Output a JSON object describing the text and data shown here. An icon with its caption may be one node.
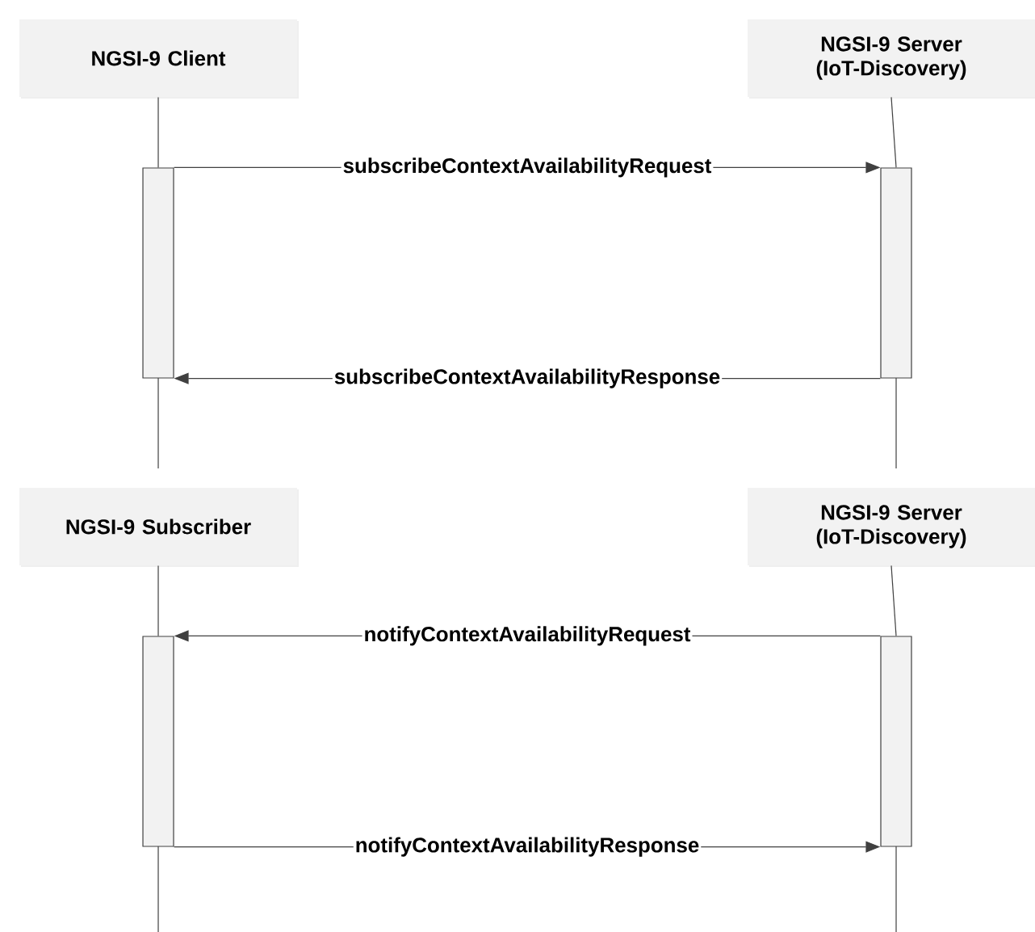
{
  "diagram": {
    "nodes": [
      {
        "text": [
          "NGSI-9 Client"
        ]
      },
      {
        "text": [
          "NGSI-9 Server (IoT-Discovery)"
        ]
      },
      {
        "text": [],
        "shape": "bar"
      },
      {
        "text": [],
        "shape": "bar"
      },
      {
        "text": [
          "NGSI-9 Subscriber"
        ]
      },
      {
        "text": [
          "NGSI-9 Server (IoT-Discovery)"
        ]
      },
      {
        "text": [],
        "shape": "bar"
      },
      {
        "text": [],
        "shape": "bar"
      }
    ],
    "edges": [
      {
        "from": 0,
        "to": 2,
        "arrow": "none"
      },
      {
        "from": 1,
        "to": 3,
        "arrow": "none"
      },
      {
        "from": 2,
        "to": 3,
        "arrow": "to",
        "label": "subscribeContextAvailabilityRequest"
      },
      {
        "from": 3,
        "to": 2,
        "arrow": "to",
        "label": "subscribeContextAvailabilityResponse"
      },
      {
        "from": 4,
        "to": 6,
        "arrow": "none"
      },
      {
        "from": 5,
        "to": 7,
        "arrow": "none"
      },
      {
        "from": 7,
        "to": 6,
        "arrow": "to",
        "label": "notifyContextAvailabilityRequest"
      },
      {
        "from": 6,
        "to": 7,
        "arrow": "to",
        "label": "notifyContextAvailabilityResponse"
      }
    ]
  }
}
